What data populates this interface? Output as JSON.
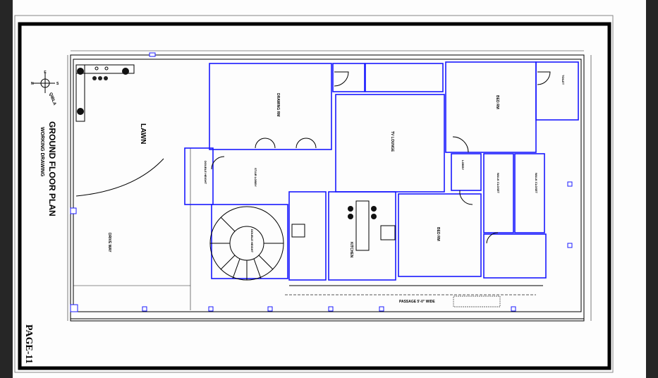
{
  "viewer": {
    "background": "#262626",
    "page_color": "#fdfdfd"
  },
  "sheet": {
    "title": "GROUND FLOOR PLAN",
    "subtitle": "WORKING DRAWING",
    "page": "PAGE-11",
    "compass_label": "QIBLA",
    "compass_dirs": {
      "n": "N",
      "e": "E",
      "s": "S"
    }
  },
  "rooms": {
    "lawn": "LAWN",
    "drive_way": "DRIVE WAY",
    "drawing_room": "DRAWING RM",
    "tv_lounge": "TV LOUNGE",
    "bed_room_1": "BED RM",
    "bed_room_2": "BED RM",
    "toilet": "TOILET",
    "kitchen": "KITCHEN",
    "lobby": "LOBBY",
    "walk_closet_1": "WALK CLOSET",
    "walk_closet_2": "WALK CLOSET",
    "double_height_1": "DOUBLE HEIGHT",
    "double_height_2": "DOUBLE HEIGHT",
    "stair_lobby": "STAIR LOBBY",
    "passage": "PASSAGE 5'-0\" WIDE"
  },
  "colors": {
    "walls": "#1a1aff",
    "lines": "#000000"
  }
}
